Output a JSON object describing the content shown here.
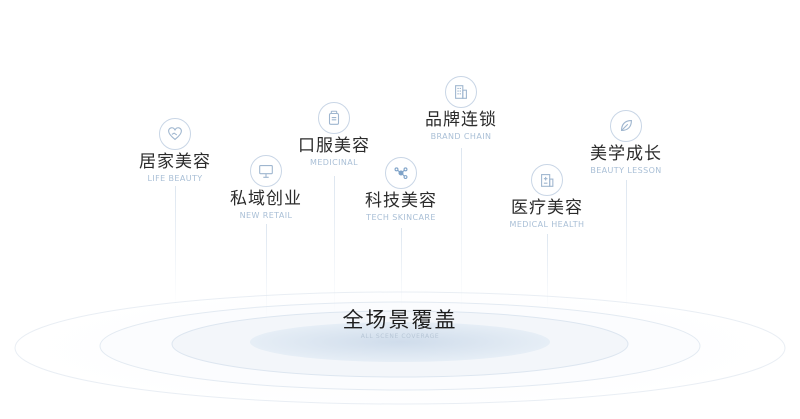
{
  "center": {
    "cn": "全场景覆盖",
    "en": "ALL SCENE COVERAGE"
  },
  "items": [
    {
      "cn": "居家美容",
      "en": "LIFE BEAUTY",
      "icon": "heart-hand-icon"
    },
    {
      "cn": "私域创业",
      "en": "NEW RETAIL",
      "icon": "monitor-icon"
    },
    {
      "cn": "口服美容",
      "en": "MEDICINAL",
      "icon": "bottle-icon"
    },
    {
      "cn": "科技美容",
      "en": "TECH SKINCARE",
      "icon": "molecule-icon"
    },
    {
      "cn": "品牌连锁",
      "en": "BRAND CHAIN",
      "icon": "building-icon"
    },
    {
      "cn": "医疗美容",
      "en": "MEDICAL HEALTH",
      "icon": "hospital-icon"
    },
    {
      "cn": "美学成长",
      "en": "BEAUTY LESSON",
      "icon": "leaf-icon"
    }
  ],
  "colors": {
    "accent": "#9fb6cf",
    "text": "#2b2b2b",
    "subtext": "#a9bfd6"
  }
}
